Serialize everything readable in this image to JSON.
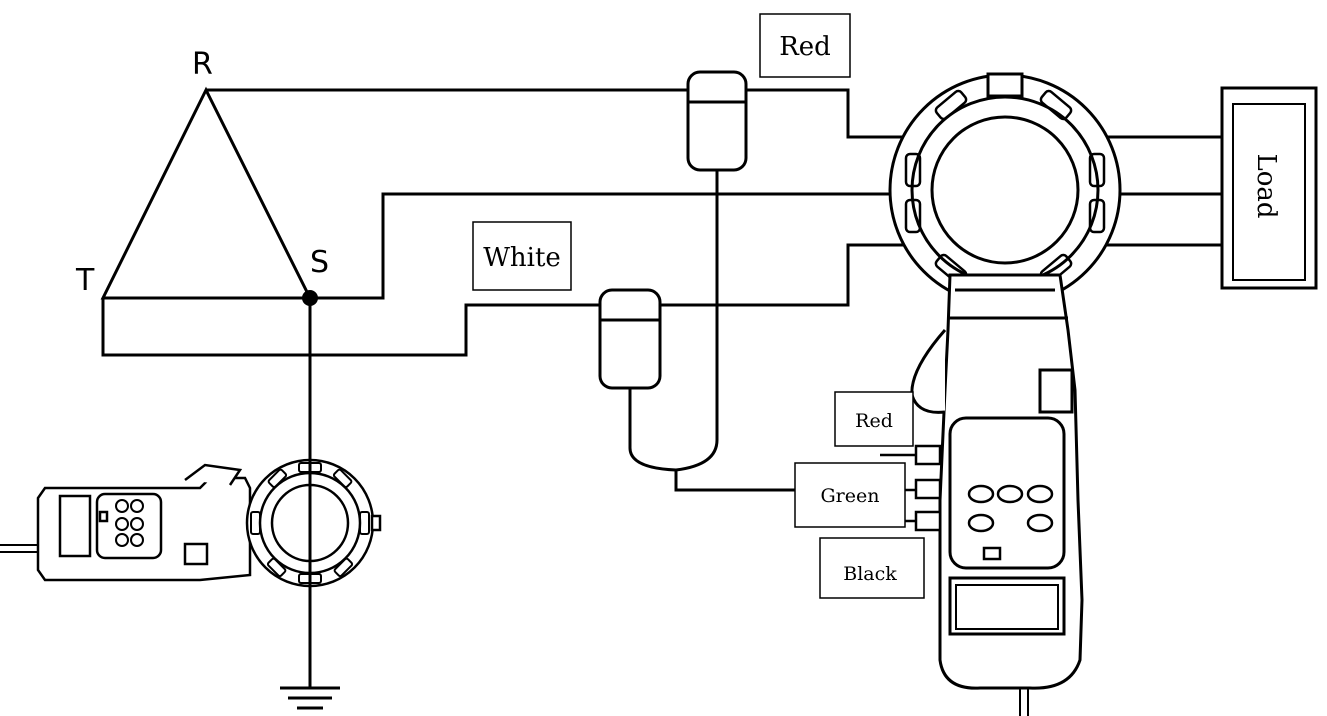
{
  "diagram": {
    "phase_labels": {
      "r": "R",
      "s": "S",
      "t": "T"
    },
    "probe_labels": {
      "red_top": "Red",
      "white": "White",
      "red_lead": "Red",
      "green_lead": "Green",
      "black_lead": "Black"
    },
    "load_label": "Load"
  }
}
